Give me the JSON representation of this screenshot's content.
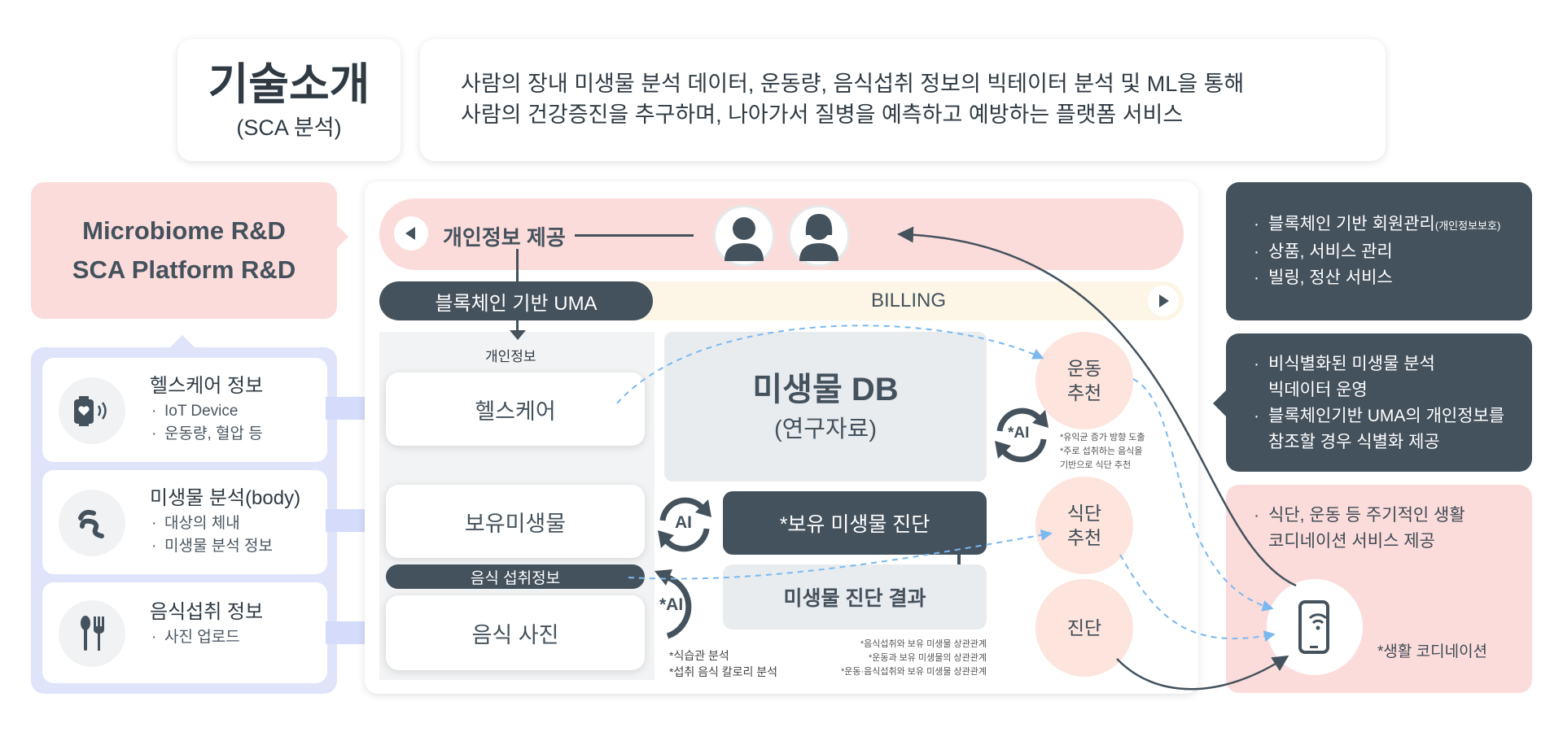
{
  "header": {
    "title": "기술소개",
    "subtitle": "(SCA 분석)",
    "description_line1": "사람의 장내 미생물 분석 데이터, 운동량, 음식섭취 정보의 빅테이터 분석 및 ML을 통해",
    "description_line2": "사람의 건강증진을 추구하며, 나아가서 질병을 예측하고 예방하는 플랫폼 서비스"
  },
  "left": {
    "rnd_line1": "Microbiome R&D",
    "rnd_line2": "SCA Platform R&D",
    "cards": [
      {
        "title": "헬스케어 정보",
        "items": [
          "IoT Device",
          "운동량, 혈압 등"
        ],
        "icon": "wearable-device-icon"
      },
      {
        "title": "미생물 분석(body)",
        "items": [
          "대상의 체내",
          "미생물 분석 정보"
        ],
        "icon": "microbe-icon"
      },
      {
        "title": "음식섭취 정보",
        "items": [
          "사진 업로드"
        ],
        "icon": "fork-spoon-icon"
      }
    ]
  },
  "center": {
    "personal_info_provide": "개인정보 제공",
    "uma_label": "블록체인 기반 UMA",
    "billing_label": "BILLING",
    "personal_info": "개인정보",
    "healthcare_box": "헬스케어",
    "microbe_box": "보유미생물",
    "food_intake_bar": "음식 섭취정보",
    "food_photo_box": "음식 사진",
    "db_title": "미생물 DB",
    "db_subtitle": "(연구자료)",
    "diagnosis_box": "*보유 미생물 진단",
    "result_box": "미생물 진단 결과",
    "ai_label_1": "AI",
    "ai_label_2": "*AI",
    "ai_label_3": "*AI",
    "note_food_1": "*식습관 분석",
    "note_food_2": "*섭취 음식 칼로리 분석",
    "note_result_1": "*음식섭취와 보유 미생물 상관관계",
    "note_result_2": "*운동과 보유 미생물의 상관관계",
    "note_result_3": "*운동·음식섭취와 보유 미생물 상관관계",
    "note_ai_1": "*유익균 증가 방향 도출",
    "note_ai_2": "*주로 섭취하는 음식을",
    "note_ai_3": "기반으로 식단 추천",
    "circle_exercise_1": "운동",
    "circle_exercise_2": "추천",
    "circle_diet_1": "식단",
    "circle_diet_2": "추천",
    "circle_diagnosis": "진단"
  },
  "right": {
    "box1": [
      "블록체인 기반 회원관리",
      "상품, 서비스 관리",
      "빌링, 정산 서비스"
    ],
    "box1_small": "(개인정보보호)",
    "box2": [
      "비식별화된 미생물 분석",
      "빅데이터 운영",
      "블록체인기반 UMA의 개인정보를",
      "참조할 경우 식별화 제공"
    ],
    "box3": [
      "식단, 운동 등 주기적인 생활",
      "코디네이션 서비스 제공"
    ],
    "life_coord": "*생활 코디네이션",
    "phone_icon": "smartphone-wifi-icon"
  },
  "colors": {
    "dark": "#44525d",
    "pink": "#fcdcdb",
    "peach": "#fde4dc",
    "blue_frame": "#dfe4fb",
    "arrow_blue": "#d5dcfb",
    "cream": "#fdf6e6",
    "light_gray": "#e9ecef",
    "dashed": "#7ab8f0"
  }
}
